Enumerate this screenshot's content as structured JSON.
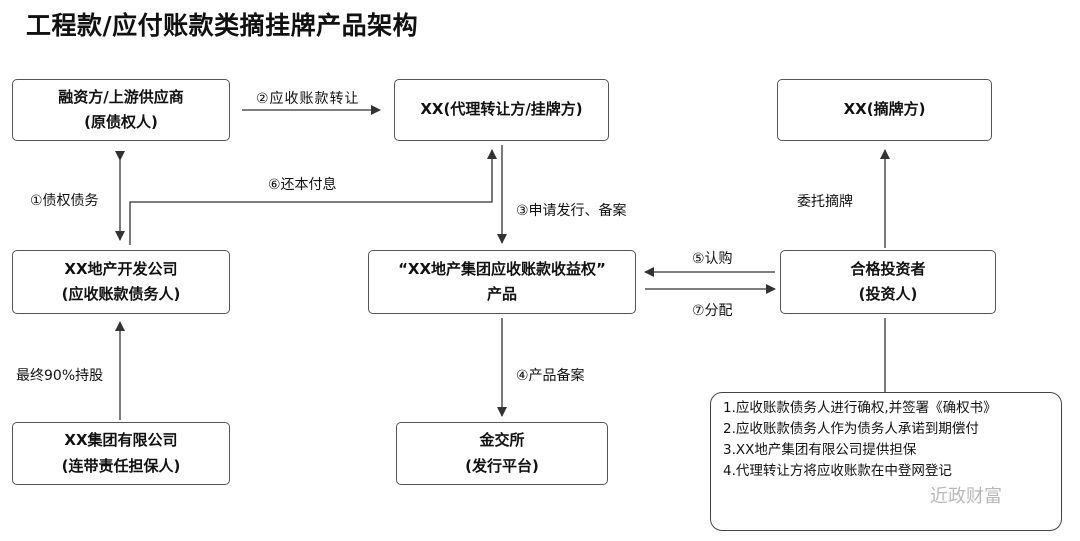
{
  "title": "工程款/应付账款类摘挂牌产品架构",
  "boxes": {
    "financier": {
      "line1": "融资方/上游供应商",
      "line2": "(原债权人)"
    },
    "agent": {
      "line1": "XX(代理转让方/挂牌方)"
    },
    "buyer": {
      "line1": "XX(摘牌方)"
    },
    "developer": {
      "line1": "XX地产开发公司",
      "line2": "(应收账款债务人)"
    },
    "product": {
      "line1": "“XX地产集团应收账款收益权”",
      "line2": "产品"
    },
    "investor": {
      "line1": "合格投资者",
      "line2": "(投资人)"
    },
    "group": {
      "line1": "XX集团有限公司",
      "line2": "(连带责任担保人)"
    },
    "exchange": {
      "line1": "金交所",
      "line2": "(发行平台)"
    }
  },
  "labels": {
    "transfer": "②应收账款转让",
    "debt": "①债权债务",
    "repay": "⑥还本付息",
    "apply": "③申请发行、备案",
    "entrust": "委托摘牌",
    "subscribe": "⑤认购",
    "distribute": "⑦分配",
    "holding": "最终90%持股",
    "record": "④产品备案"
  },
  "notes": [
    "1.应收账款债务人进行确权,并签署《确权书》",
    "2.应收账款债务人作为债务人承诺到期偿付",
    "3.XX地产集团有限公司提供担保",
    "4.代理转让方将应收账款在中登网登记"
  ],
  "watermark": "近政财富"
}
